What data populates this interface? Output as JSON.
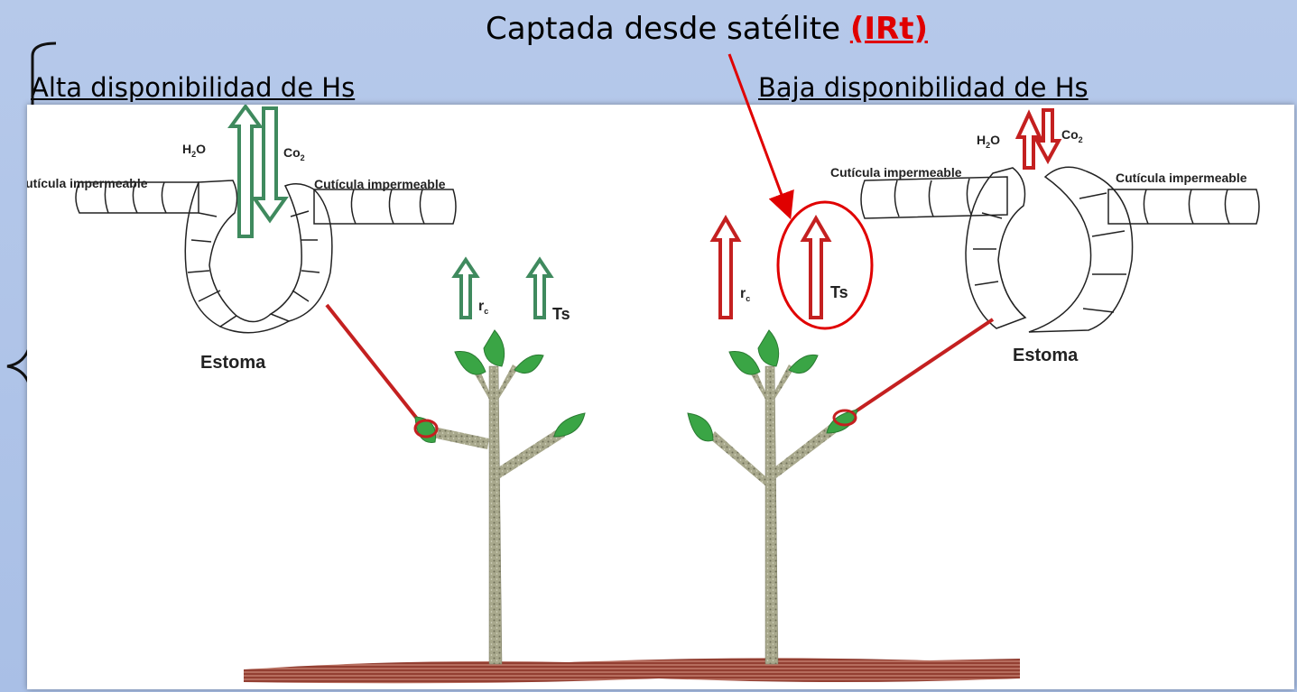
{
  "title": {
    "prefix": "Captada desde satélite ",
    "highlight": "(IRt)"
  },
  "left_heading": "Alta disponibilidad de Hs",
  "right_heading": "Baja disponibilidad de Hs",
  "left_diagram": {
    "h2o": "H",
    "h2o_sub": "2",
    "h2o_end": "O",
    "co2": "Co",
    "co2_sub": "2",
    "cuticle_left": "Cutícula impermeable",
    "cuticle_right": "Cutícula impermeable",
    "stoma": "Estoma",
    "rc": "r",
    "rc_sub": "c",
    "ts": "Ts"
  },
  "right_diagram": {
    "h2o": "H",
    "h2o_sub": "2",
    "h2o_end": "O",
    "co2": "Co",
    "co2_sub": "2",
    "cuticle_left": "Cutícula impermeable",
    "cuticle_right": "Cutícula impermeable",
    "stoma": "Estoma",
    "rc": "r",
    "rc_sub": "c",
    "ts": "Ts"
  },
  "colors": {
    "green_arrow": "#3f8a5e",
    "red_arrow": "#c42020",
    "leaf": "#3aa545",
    "stem": "#9a9a80",
    "ground": "#a8483e",
    "highlight": "#e00000"
  }
}
